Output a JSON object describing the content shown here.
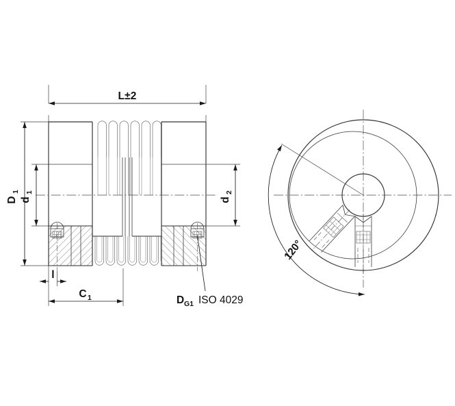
{
  "drawing": {
    "title": "Bellows coupling — side section and end view",
    "background_color": "#ffffff",
    "line_color": "#2b2b2b",
    "text_color": "#111111"
  },
  "labels": {
    "overall_length": "L±2",
    "outer_diameter": "D",
    "outer_diameter_sub": "1",
    "hub_diameter_1": "d",
    "hub_diameter_1_sub": "1",
    "hub_diameter_2": "d",
    "hub_diameter_2_sub": "2",
    "screw_distance": "l",
    "hub_length": "C",
    "hub_length_sub": "1",
    "setscrew_main": "D",
    "setscrew_sub": "G1",
    "setscrew_standard": "ISO 4029",
    "angle": "120°"
  },
  "views": {
    "side": {
      "name": "side-section-view",
      "description": "Longitudinal half-section of metal bellows coupling with two clamping hubs and a multi-convolution bellows",
      "bellows_convolutions_upper": 6,
      "bellows_convolutions_lower": 7
    },
    "end": {
      "name": "end-view",
      "description": "Front/end view showing outer flange circle, bore circle and two set screws at 120 degrees",
      "setscrew_count": 2,
      "angle_between_screws": "120°"
    }
  },
  "dimensions_shown": [
    {
      "name": "L±2",
      "kind": "linear-horizontal",
      "note": "overall length with ±2 tolerance"
    },
    {
      "name": "D1",
      "kind": "linear-vertical",
      "note": "outer diameter of hub"
    },
    {
      "name": "d1",
      "kind": "linear-vertical",
      "note": "bore diameter side 1"
    },
    {
      "name": "d2",
      "kind": "linear-vertical",
      "note": "bore diameter side 2"
    },
    {
      "name": "l",
      "kind": "linear-horizontal",
      "note": "set screw axial position"
    },
    {
      "name": "C1",
      "kind": "linear-horizontal",
      "note": "hub length"
    },
    {
      "name": "120°",
      "kind": "angular",
      "note": "angle between set screws"
    }
  ]
}
